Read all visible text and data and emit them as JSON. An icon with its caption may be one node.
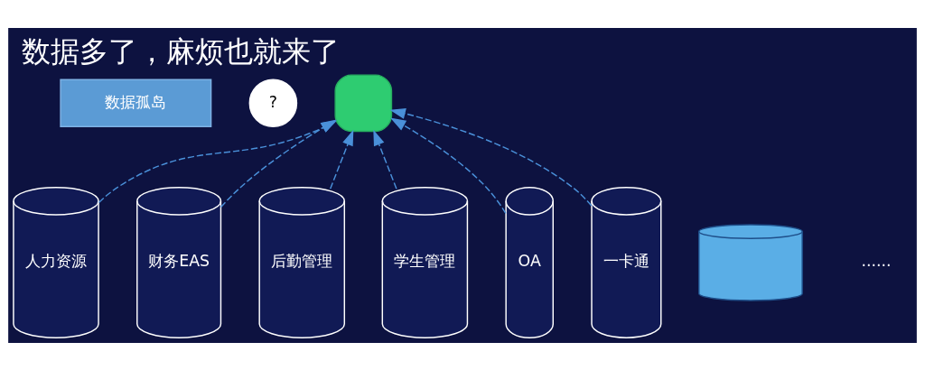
{
  "diagram": {
    "title": "数据多了，麻烦也就来了",
    "nodes": [
      {
        "text": [
          "数据孤岛"
        ]
      },
      {
        "text": [
          "?"
        ]
      },
      {
        "text": [],
        "shape": "box"
      },
      {
        "text": [],
        "shape": "cylinder"
      },
      {
        "text": [
          "人力资源"
        ]
      },
      {
        "text": [
          "财务EAS"
        ]
      },
      {
        "text": [
          "后勤管理"
        ]
      },
      {
        "text": [
          "学生管理"
        ]
      },
      {
        "text": [
          "OA"
        ]
      },
      {
        "text": [
          "一卡通"
        ]
      }
    ],
    "edges": [
      {
        "from": 4,
        "to": 2,
        "arrow": "to",
        "style": "dashed"
      },
      {
        "from": 5,
        "to": 2,
        "arrow": "to",
        "style": "dashed"
      },
      {
        "from": 6,
        "to": 2,
        "arrow": "to",
        "style": "dashed"
      },
      {
        "from": 7,
        "to": 2,
        "arrow": "to",
        "style": "dashed"
      },
      {
        "from": 8,
        "to": 2,
        "arrow": "to",
        "style": "dashed"
      },
      {
        "from": 9,
        "to": 2,
        "arrow": "to",
        "style": "dashed"
      }
    ],
    "labels": [
      "......"
    ]
  }
}
